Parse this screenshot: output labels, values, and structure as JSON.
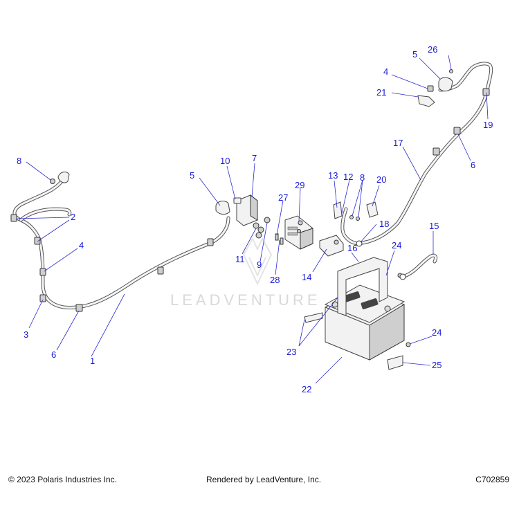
{
  "diagram": {
    "watermark": "LEADVENTURE",
    "callouts": {
      "c1": "1",
      "c2": "2",
      "c3": "3",
      "c4a": "4",
      "c4b": "4",
      "c5a": "5",
      "c5b": "5",
      "c6a": "6",
      "c6b": "6",
      "c7": "7",
      "c8a": "8",
      "c8b": "8",
      "c9": "9",
      "c10": "10",
      "c11": "11",
      "c12": "12",
      "c13": "13",
      "c14": "14",
      "c15": "15",
      "c16": "16",
      "c17": "17",
      "c18": "18",
      "c19": "19",
      "c20": "20",
      "c21": "21",
      "c22": "22",
      "c23": "23",
      "c24a": "24",
      "c24b": "24",
      "c25": "25",
      "c26": "26",
      "c27": "27",
      "c28": "28",
      "c29": "29"
    }
  },
  "footer": {
    "copyright": "© 2023 Polaris Industries Inc.",
    "rendered_by": "Rendered by LeadVenture, Inc.",
    "diagram_code": "C702859"
  }
}
